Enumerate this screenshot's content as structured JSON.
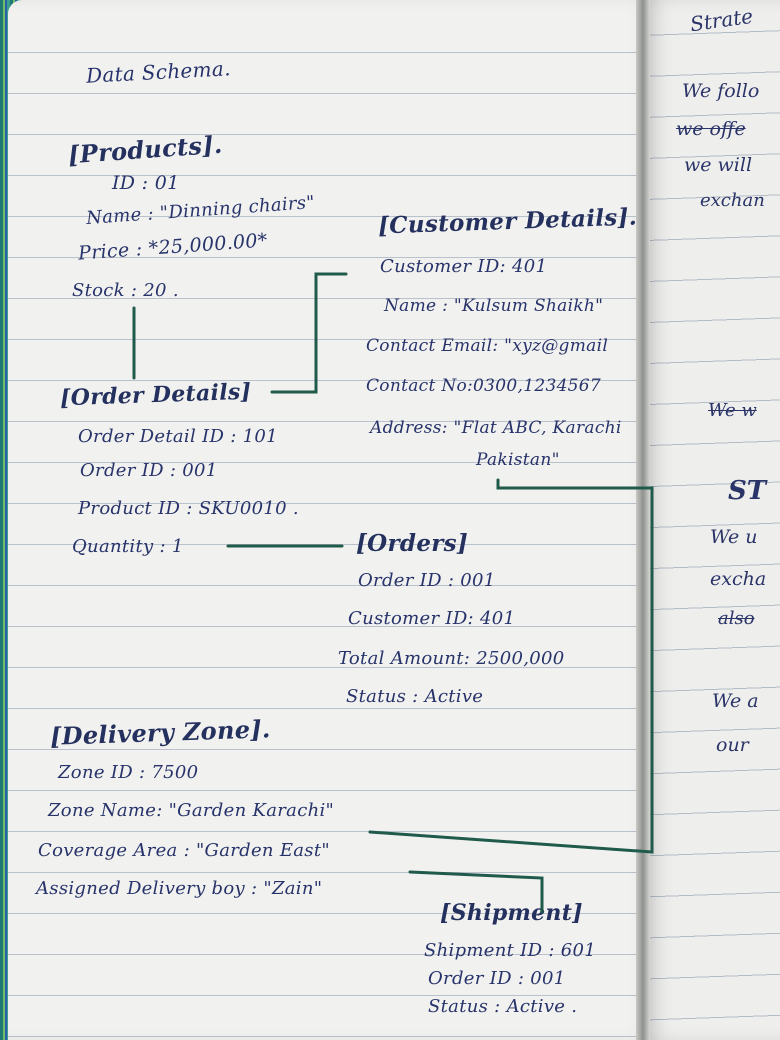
{
  "page": {
    "title": "Data Schema.",
    "tables": {
      "products": {
        "heading": "[Products].",
        "fields": [
          "ID : 01",
          "Name : \"Dinning chairs\"",
          "Price : *25,000.00*",
          "Stock : 20 ."
        ]
      },
      "customer_details": {
        "heading": "[Customer Details].",
        "fields": [
          "Customer ID: 401",
          "Name : \"Kulsum Shaikh\"",
          "Contact Email: \"xyz@gmail",
          "Contact No:0300,1234567",
          "Address: \"Flat ABC, Karachi",
          "Pakistan\""
        ]
      },
      "order_details": {
        "heading": "[Order Details]",
        "fields": [
          "Order Detail ID : 101",
          "Order ID : 001",
          "Product ID : SKU0010 .",
          "Quantity : 1"
        ]
      },
      "orders": {
        "heading": "[Orders]",
        "fields": [
          "Order ID : 001",
          "Customer ID: 401",
          "Total Amount: 2500,000",
          "Status : Active"
        ]
      },
      "delivery_zone": {
        "heading": "[Delivery Zone].",
        "fields": [
          "Zone ID : 7500",
          "Zone Name: \"Garden Karachi\"",
          "Coverage Area : \"Garden East\"",
          "Assigned Delivery boy : \"Zain\""
        ]
      },
      "shipment": {
        "heading": "[Shipment]",
        "fields": [
          "Shipment ID : 601",
          "Order ID : 001",
          "Status : Active ."
        ]
      }
    },
    "right_page_notes": [
      "Strate",
      "We follo",
      "we offe",
      "we will",
      "exchan",
      "We w",
      "ST",
      "We u",
      "excha",
      "also",
      "We a",
      "our"
    ],
    "colors": {
      "ink": "#27336a",
      "connector": "#1f5a4a",
      "paper": "#f1f1ef"
    }
  }
}
